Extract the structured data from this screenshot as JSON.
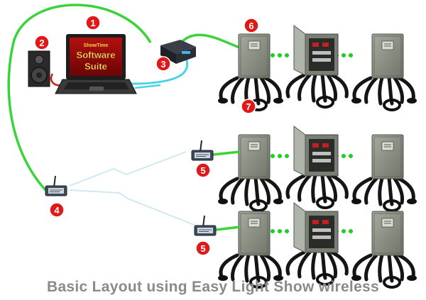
{
  "screen": {
    "brand": "ShowTime",
    "line1": "Software",
    "line2": "Suite"
  },
  "callouts": [
    "1",
    "2",
    "3",
    "4",
    "5",
    "5",
    "6",
    "7"
  ],
  "caption": "Basic Layout using Easy Light Show wireless",
  "colors": {
    "cable_green": "#3ad43a",
    "usb_cyan": "#4ad2e6",
    "link_dots": "#1fcf1f",
    "badge_red": "#e01818",
    "box_gray": "#8f9488",
    "caption_gray": "#8a8a8a"
  }
}
